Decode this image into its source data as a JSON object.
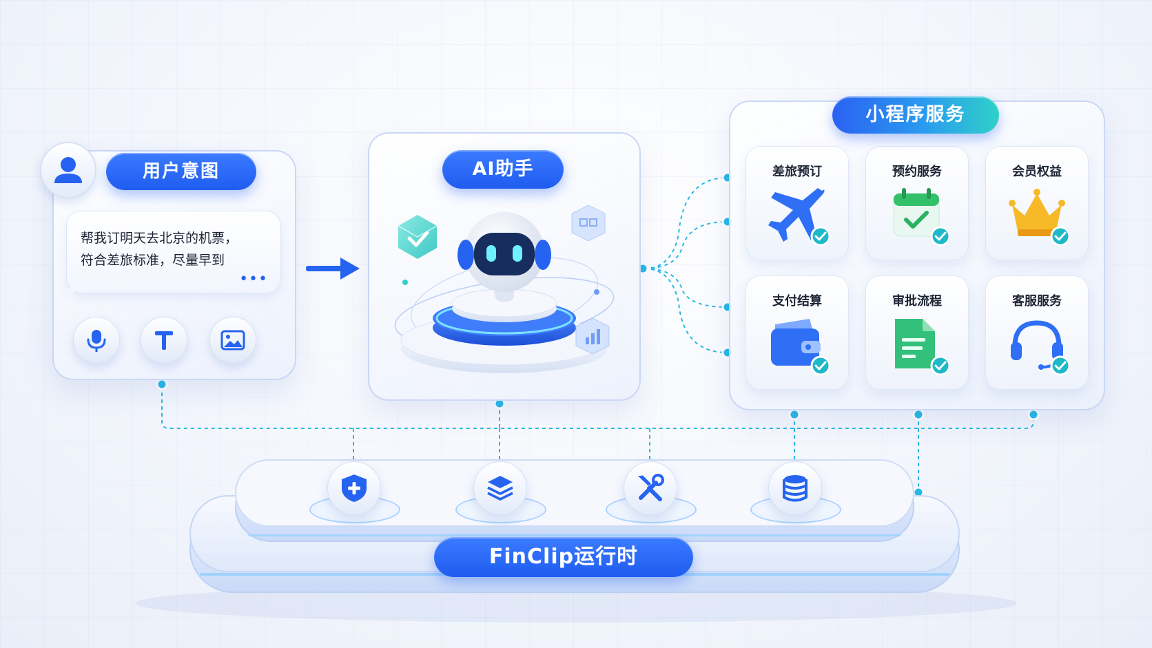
{
  "user_intent": {
    "title": "用户意图",
    "message_line1": "帮我订明天去北京的机票，",
    "message_line2": "符合差旅标准，尽量早到"
  },
  "ai_assistant": {
    "title": "AI助手"
  },
  "mini_program_services": {
    "title": "小程序服务",
    "items": [
      {
        "label": "差旅预订",
        "icon": "airplane-icon"
      },
      {
        "label": "预约服务",
        "icon": "calendar-check-icon"
      },
      {
        "label": "会员权益",
        "icon": "crown-icon"
      },
      {
        "label": "支付结算",
        "icon": "wallet-icon"
      },
      {
        "label": "审批流程",
        "icon": "document-icon"
      },
      {
        "label": "客服服务",
        "icon": "headset-icon"
      }
    ]
  },
  "runtime": {
    "title": "FinClip运行时",
    "icons": [
      "shield-plus-icon",
      "layers-icon",
      "tools-icon",
      "database-icon"
    ]
  },
  "colors": {
    "primary_blue": "#2563f0",
    "teal": "#2fd1c8",
    "connector": "#27b8e6",
    "check_teal": "#1fb8c8"
  }
}
